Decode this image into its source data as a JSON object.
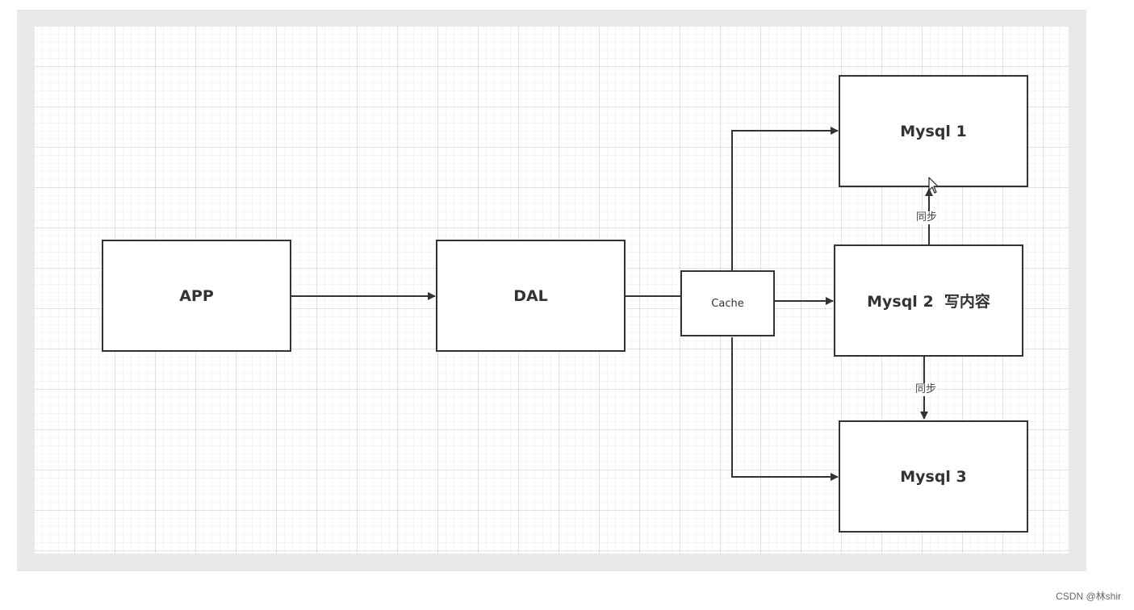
{
  "diagram": {
    "nodes": {
      "app": {
        "label": "APP"
      },
      "dal": {
        "label": "DAL"
      },
      "cache": {
        "label": "Cache"
      },
      "mysql1": {
        "label": "Mysql 1"
      },
      "mysql2": {
        "label": "Mysql 2  写内容"
      },
      "mysql3": {
        "label": "Mysql 3"
      }
    },
    "edges": [
      {
        "from": "app",
        "to": "dal"
      },
      {
        "from": "dal",
        "to": "cache"
      },
      {
        "from": "cache",
        "to": "mysql1"
      },
      {
        "from": "cache",
        "to": "mysql2"
      },
      {
        "from": "cache",
        "to": "mysql3"
      },
      {
        "from": "mysql2",
        "to": "mysql1",
        "label": "同步"
      },
      {
        "from": "mysql2",
        "to": "mysql3",
        "label": "同步"
      }
    ],
    "edge_labels": {
      "sync_up": "同步",
      "sync_down": "同步"
    }
  },
  "colors": {
    "stroke": "#333333",
    "frame": "#e9e9e9",
    "background": "#ffffff"
  },
  "icons": {
    "cursor": "mouse-pointer-icon"
  },
  "watermark": {
    "text": "CSDN @林shir"
  }
}
